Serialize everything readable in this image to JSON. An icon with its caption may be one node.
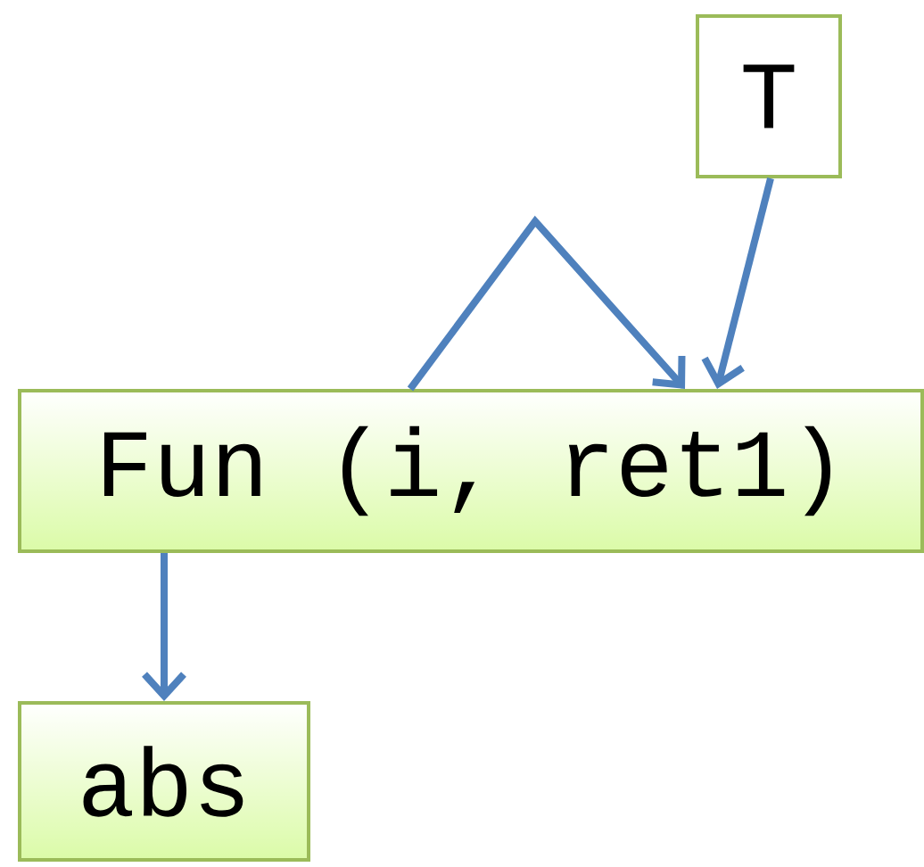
{
  "diagram": {
    "nodes": [
      {
        "text": [
          "T"
        ]
      },
      {
        "text": [
          "Fun (i, ret1)"
        ]
      },
      {
        "text": [
          "abs"
        ]
      }
    ],
    "edges": [
      {
        "from": 0,
        "to": 1,
        "arrow": "to"
      },
      {
        "from": 1,
        "to": 1,
        "arrow": "to"
      },
      {
        "from": 1,
        "to": 2,
        "arrow": "to"
      }
    ]
  }
}
